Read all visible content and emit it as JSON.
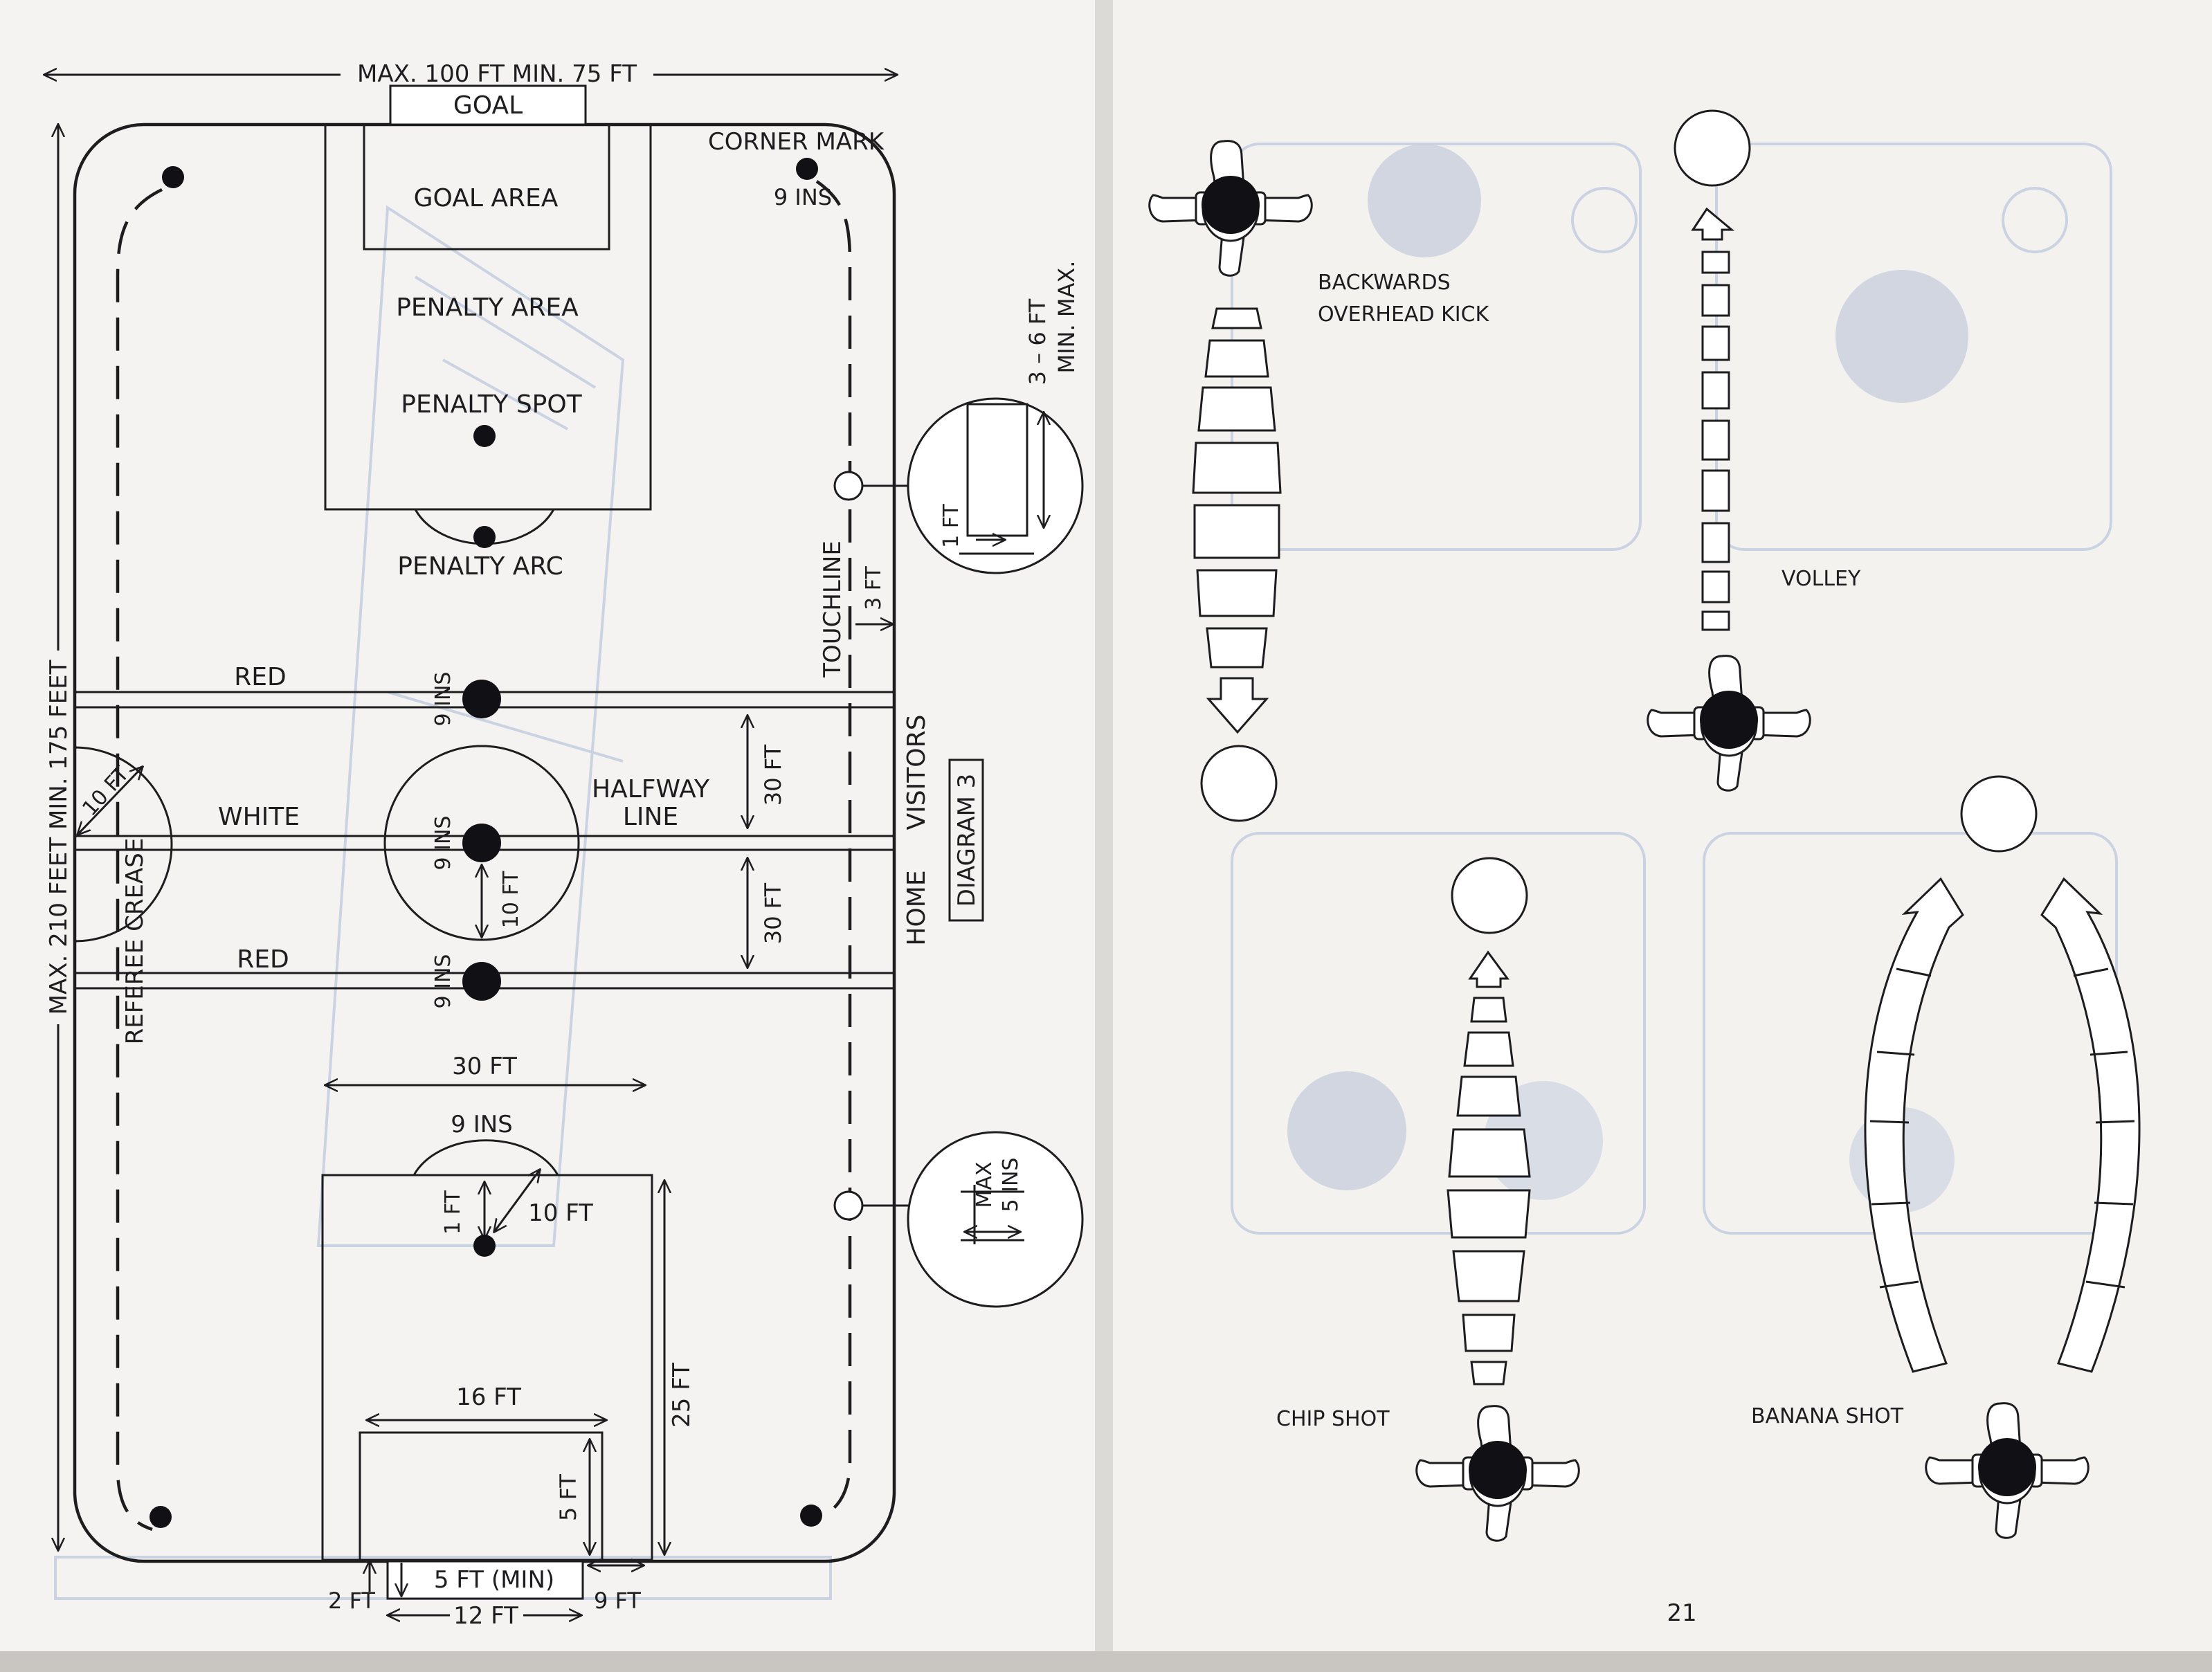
{
  "pitch": {
    "width_label": "MAX. 100 FT MIN. 75 FT",
    "length_label": "MAX. 210 FEET MIN. 175 FEET",
    "goal": "GOAL",
    "goal_area": "GOAL AREA",
    "corner_mark": "CORNER MARK",
    "corner_9ins": "9 INS",
    "penalty_area": "PENALTY AREA",
    "penalty_spot": "PENALTY SPOT",
    "penalty_arc": "PENALTY ARC",
    "red_top": "RED",
    "white": "WHITE",
    "red_bottom": "RED",
    "ins_top": "9 INS",
    "ins_mid": "9 INS",
    "ins_bot": "9 INS",
    "referee_crease": "REFEREE CREASE",
    "crease_10ft": "10 FT",
    "center_10ft": "10 FT",
    "halfway_line": [
      "HALFWAY",
      "LINE"
    ],
    "gap_30ft_top": "30 FT",
    "gap_30ft_bottom": "30 FT",
    "touchline": "TOUCHLINE",
    "touchline_3ft": "3 FT",
    "visitors": "VISITORS",
    "home": "HOME",
    "diagram_label": "DIAGRAM 3",
    "net_height": "3 – 6 FT",
    "net_minmax": "MIN.  MAX.",
    "net_1ft": "1 FT",
    "net_max": "MAX",
    "net_5ins": "5 INS",
    "width_30ft": "30 FT",
    "arc_9ins": "9 INS",
    "spot_1ft": "1 FT",
    "arc_10ft": "10 FT",
    "depth_25ft": "25 FT",
    "goal_area_16ft": "16 FT",
    "goal_area_5ft": "5 FT",
    "goal_5ft_min": "5 FT (MIN)",
    "post_2ft": "2 FT",
    "post_9ft": "9 FT",
    "goal_12ft": "12 FT"
  },
  "shots": {
    "backwards_overhead": [
      "BACKWARDS",
      "OVERHEAD KICK"
    ],
    "volley": "VOLLEY",
    "chip_shot": "CHIP SHOT",
    "banana_shot": "BANANA SHOT"
  },
  "page_number": "21",
  "colors": {
    "ink": "#1d1c1f",
    "paper": "#f3f2ef",
    "ghost": "#cbd3e2"
  }
}
